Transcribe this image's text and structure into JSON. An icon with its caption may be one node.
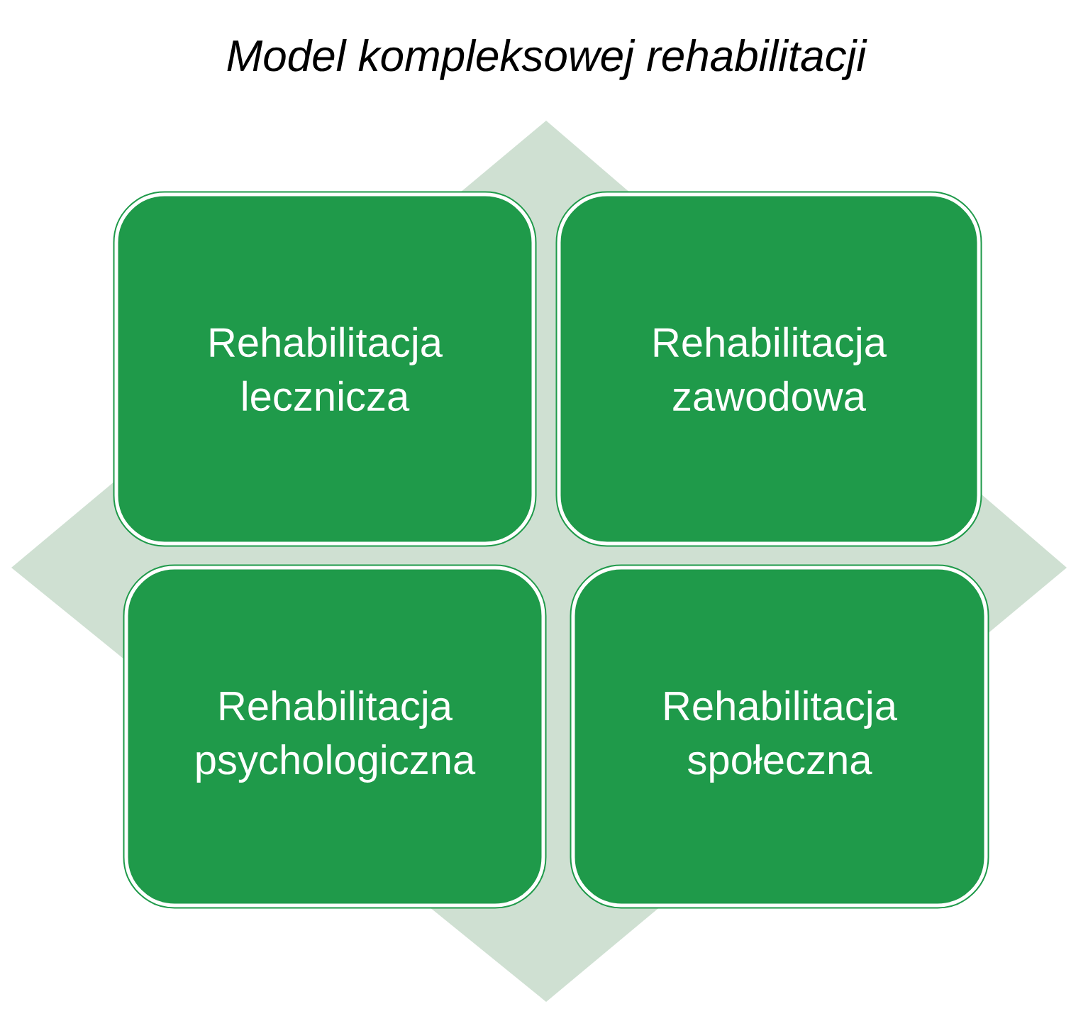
{
  "diagram": {
    "title": "Model kompleksowej rehabilitacji",
    "nodes": [
      {
        "text": [
          "Rehabilitacja lecznicza"
        ]
      },
      {
        "text": [
          "Rehabilitacja zawodowa"
        ]
      },
      {
        "text": [
          "Rehabilitacja psychologiczna"
        ]
      },
      {
        "text": [
          "Rehabilitacja społeczna"
        ]
      }
    ]
  }
}
